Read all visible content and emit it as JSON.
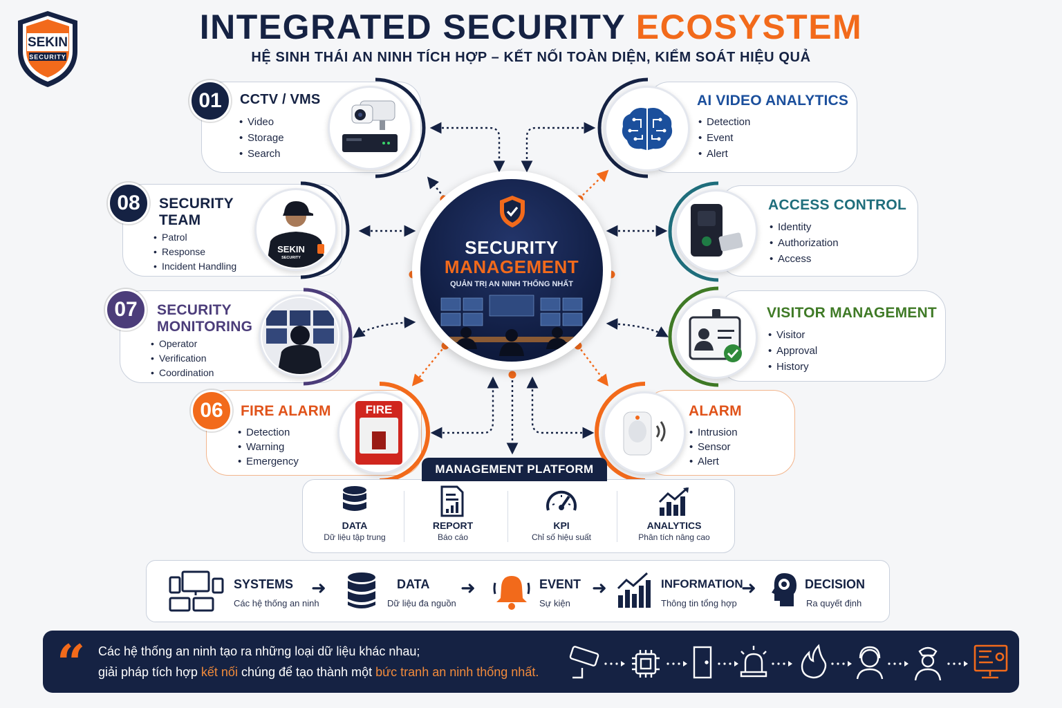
{
  "logo": {
    "word": "SEKIN",
    "sub": "SECURITY"
  },
  "header": {
    "title_main": "INTEGRATED SECURITY ",
    "title_accent": "ECOSYSTEM",
    "subtitle": "HỆ SINH THÁI AN NINH TÍCH HỢP – KẾT NỐI TOÀN DIỆN, KIỂM SOÁT HIỆU QUẢ"
  },
  "colors": {
    "navy": "#152243",
    "orange": "#f26a1b",
    "blue": "#1b4f9c",
    "teal": "#1f6e7c",
    "green": "#3f7a26",
    "purple": "#4c3d7a"
  },
  "hub": {
    "line1": "SECURITY",
    "line2": "MANAGEMENT",
    "line3": "QUẢN TRỊ AN NINH THỐNG NHẤT"
  },
  "modules": {
    "cctv": {
      "number": "01",
      "title": "CCTV / VMS",
      "items": [
        "Video",
        "Storage",
        "Search"
      ],
      "icon": "cctv-camera-nvr-icon"
    },
    "ai": {
      "title": "AI VIDEO ANALYTICS",
      "items": [
        "Detection",
        "Event",
        "Alert"
      ],
      "icon": "ai-brain-icon"
    },
    "access": {
      "title": "ACCESS CONTROL",
      "items": [
        "Identity",
        "Authorization",
        "Access"
      ],
      "icon": "card-reader-icon"
    },
    "visitor": {
      "title": "VISITOR MANAGEMENT",
      "items": [
        "Visitor",
        "Approval",
        "History"
      ],
      "icon": "visitor-badge-icon"
    },
    "alarm": {
      "title": "ALARM",
      "items": [
        "Intrusion",
        "Sensor",
        "Alert"
      ],
      "icon": "motion-sensor-icon"
    },
    "fire": {
      "number": "06",
      "title": "FIRE ALARM",
      "items": [
        "Detection",
        "Warning",
        "Emergency"
      ],
      "icon_text": "FIRE",
      "icon": "fire-call-point-icon"
    },
    "monitoring": {
      "number": "07",
      "title_l1": "SECURITY",
      "title_l2": "MONITORING",
      "items": [
        "Operator",
        "Verification",
        "Coordination"
      ],
      "icon": "operator-monitors-icon"
    },
    "team": {
      "number": "08",
      "title_l1": "SECURITY",
      "title_l2": "TEAM",
      "items": [
        "Patrol",
        "Response",
        "Incident Handling"
      ],
      "badge": "SEKIN",
      "badge_sub": "SECURITY",
      "icon": "security-guard-icon"
    }
  },
  "platform": {
    "title": "MANAGEMENT PLATFORM",
    "items": [
      {
        "name": "DATA",
        "sub": "Dữ liệu tập trung",
        "icon": "database-icon"
      },
      {
        "name": "REPORT",
        "sub": "Báo cáo",
        "icon": "report-icon"
      },
      {
        "name": "KPI",
        "sub": "Chỉ số hiệu suất",
        "icon": "gauge-icon"
      },
      {
        "name": "ANALYTICS",
        "sub": "Phân tích nâng cao",
        "icon": "analytics-chart-icon"
      }
    ]
  },
  "flow": [
    {
      "name": "SYSTEMS",
      "sub": "Các hệ thống an ninh",
      "icon": "devices-icon"
    },
    {
      "name": "DATA",
      "sub": "Dữ liệu đa nguồn",
      "icon": "database-icon"
    },
    {
      "name": "EVENT",
      "sub": "Sự kiện",
      "icon": "alarm-bell-icon"
    },
    {
      "name": "INFORMATION",
      "sub": "Thông tin tổng hợp",
      "icon": "trend-chart-icon"
    },
    {
      "name": "DECISION",
      "sub": "Ra quyết định",
      "icon": "head-gear-icon"
    }
  ],
  "footer": {
    "line1": "Các hệ thống an ninh tạo ra những loại dữ liệu khác nhau;",
    "line2_a": "giải pháp tích hợp ",
    "line2_b": "kết nối",
    "line2_c": " chúng để tạo thành một ",
    "line2_d": "bức tranh an ninh thống nhất.",
    "icons": [
      "cctv-icon",
      "ai-chip-icon",
      "door-icon",
      "siren-icon",
      "fire-icon",
      "operator-headset-icon",
      "guard-icon",
      "dashboard-icon"
    ]
  }
}
